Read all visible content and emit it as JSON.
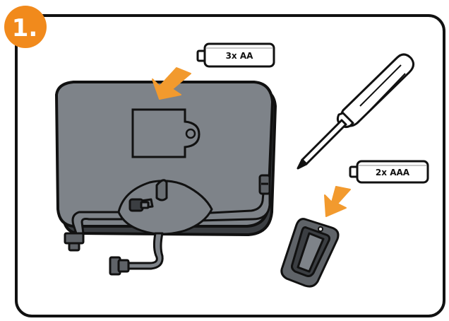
{
  "step": {
    "number": "1.",
    "badge_color": "#f18a1c"
  },
  "batteries": {
    "large": {
      "label": "3x AA"
    },
    "small": {
      "label": "2x AAA"
    }
  },
  "colors": {
    "outline": "#111111",
    "panel_fill": "#7e8389",
    "panel_dark": "#5f6368",
    "arrow_orange": "#f29a2e",
    "background": "#ffffff"
  }
}
